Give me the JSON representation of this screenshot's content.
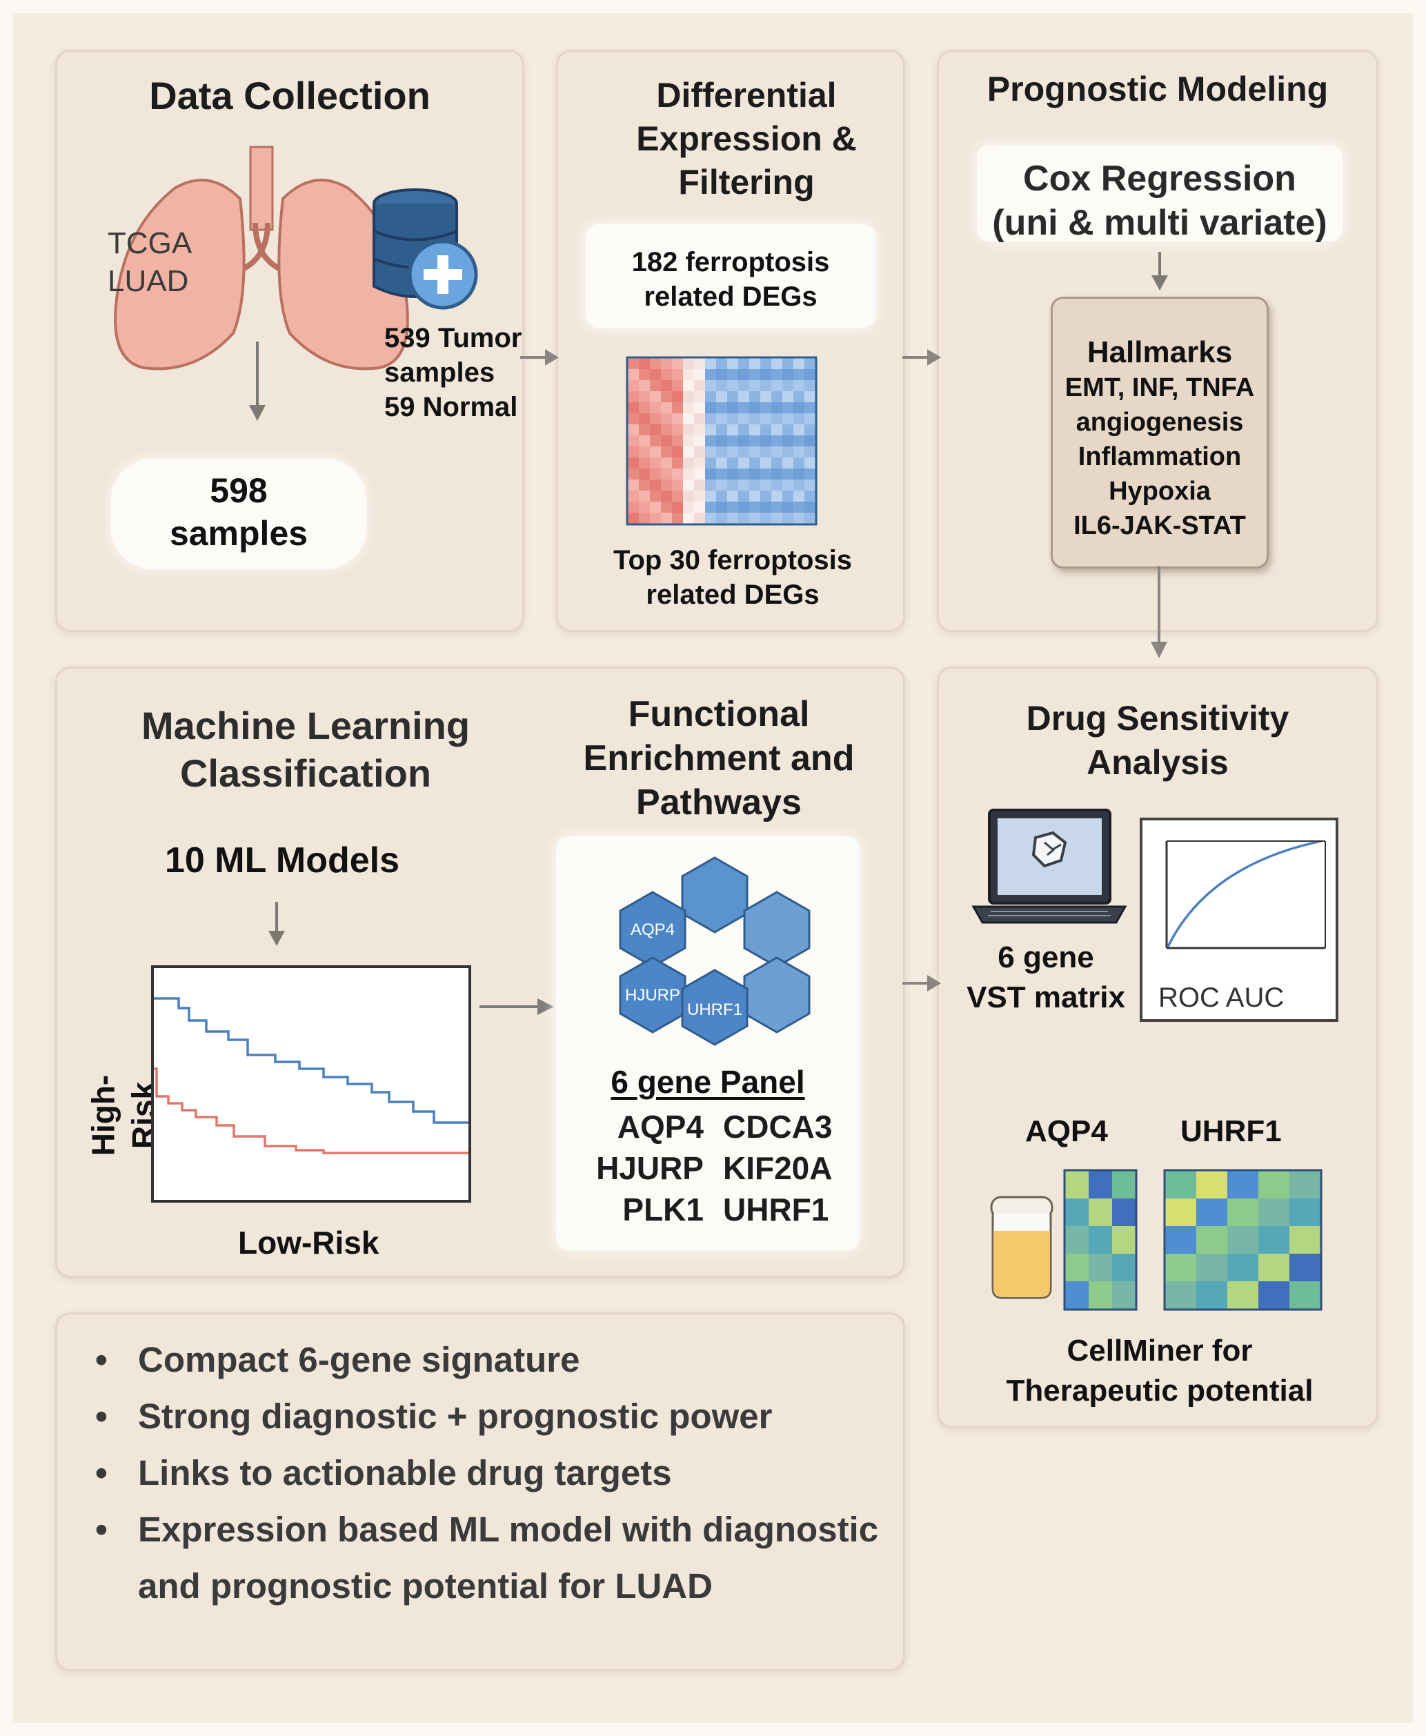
{
  "data_collection": {
    "title": "Data Collection",
    "source_label": "TCGA\nLUAD",
    "samples_note": "539 Tumor\nsamples\n59 Normal",
    "total": "598\nsamples"
  },
  "differential": {
    "title": "Differential\nExpression &\nFiltering",
    "degs": "182 ferroptosis\nrelated DEGs",
    "top": "Top 30 ferroptosis\nrelated DEGs"
  },
  "prognostic": {
    "title": "Prognostic Modeling",
    "cox": "Cox Regression\n(uni & multi variate)",
    "hallmarks_title": "Hallmarks",
    "hallmarks": "EMT, INF, TNFA\nangiogenesis\nInflammation\nHypoxia\nIL6-JAK-STAT"
  },
  "ml": {
    "title": "Machine Learning\nClassification",
    "models": "10 ML Models",
    "y_label": "High-Risk",
    "x_label": "Low-Risk"
  },
  "functional": {
    "title": "Functional\nEnrichment and\nPathways",
    "hex_labels": [
      "AQP4",
      "HJURP",
      "UHRF1"
    ],
    "panel_title": "6 gene Panel",
    "genes": [
      [
        "AQP4",
        "CDCA3"
      ],
      [
        "HJURP",
        "KIF20A"
      ],
      [
        "PLK1",
        "UHRF1"
      ]
    ]
  },
  "drug": {
    "title": "Drug Sensitivity\nAnalysis",
    "matrix": "6 gene\nVST matrix",
    "roc": "ROC AUC",
    "gene_left": "AQP4",
    "gene_right": "UHRF1",
    "cellminer": "CellMiner for\nTherapeutic potential"
  },
  "summary": {
    "bullets": [
      "Compact 6-gene signature",
      "Strong diagnostic + prognostic power",
      "Links to actionable drug targets",
      "Expression based ML model with diagnostic\nand prognostic potential for LUAD"
    ]
  },
  "colors": {
    "panel_bg": "#f1e6da",
    "lung": "#f1b3a3",
    "database": "#2f5d8c",
    "hex_blue": "#5b93cf",
    "km_high": "#4a7fc1",
    "km_low": "#e0786a",
    "arrow": "#8a8580"
  }
}
